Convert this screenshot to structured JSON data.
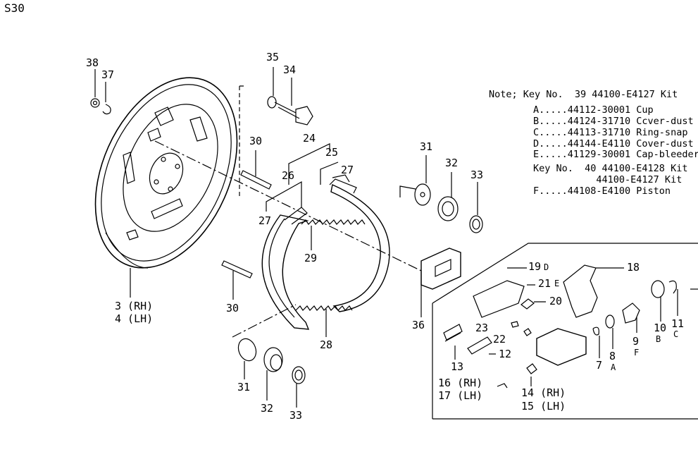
{
  "title": "S30",
  "note": {
    "line1": "Note; Key No.  39 44100-E4127 Kit",
    "line2": "A.....44112-30001 Cup",
    "line3": "B.....44124-31710 Ccver-dust",
    "line4": "C.....44113-31710 Ring-snap",
    "line5": "D.....44144-E4110 Cover-dust",
    "line6": "E.....41129-30001 Cap-bleeder",
    "line7": "Key No.  40 44100-E4128 Kit",
    "line8": "           44100-E4127 Kit",
    "line9": "F.....44108-E4100 Piston"
  },
  "labels": {
    "p38": "38",
    "p37": "37",
    "p35": "35",
    "p34": "34",
    "p30a": "30",
    "p24": "24",
    "p25": "25",
    "p26": "26",
    "p27a": "27",
    "p27b": "27",
    "p29": "29",
    "p31a": "31",
    "p32a": "32",
    "p33a": "33",
    "p36": "36",
    "p3": "3 (RH)",
    "p4": "4 (LH)",
    "p30b": "30",
    "p28": "28",
    "p31b": "31",
    "p32b": "32",
    "p33b": "33",
    "p19": "19",
    "p18": "18",
    "p21": "21",
    "p20": "20",
    "p23": "23",
    "p22": "22",
    "p12": "12",
    "p13": "13",
    "p16": "16 (RH)",
    "p17": "17 (LH)",
    "p14": "14 (RH)",
    "p15": "15 (LH)",
    "p7": "7",
    "p8": "8",
    "p9": "9",
    "p10": "10",
    "p11": "11"
  },
  "sublabels": {
    "D": "D",
    "E": "E",
    "A": "A",
    "F": "F",
    "B": "B",
    "C": "C"
  }
}
